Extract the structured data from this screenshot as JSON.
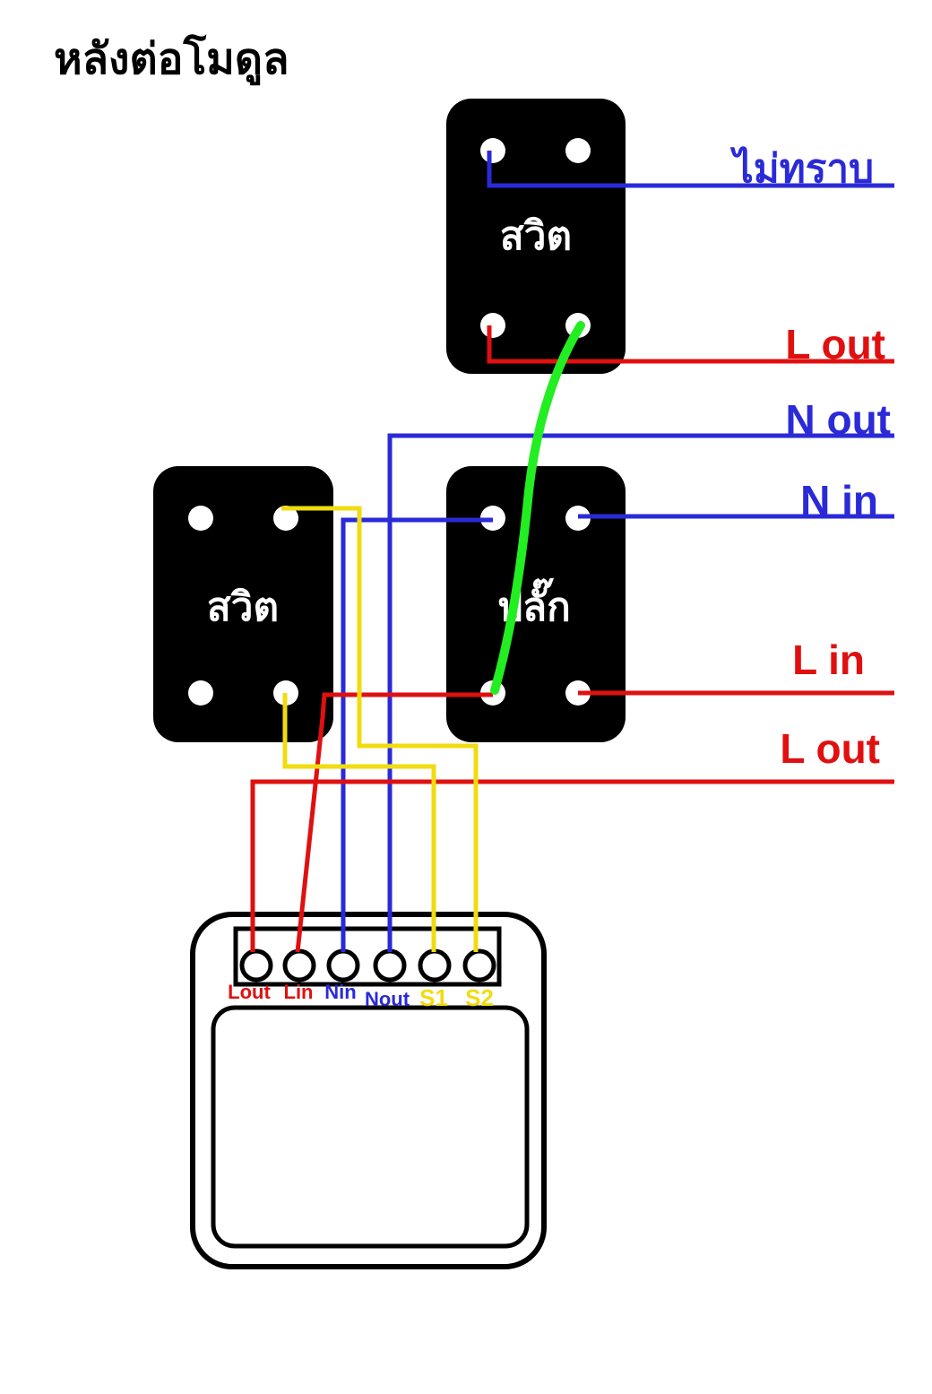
{
  "title": "หลังต่อโมดูล",
  "colors": {
    "red": "#e01010",
    "blue": "#2a2ad8",
    "yellow": "#f0dc10",
    "green": "#22ee22",
    "box": "#000000",
    "terminal": "#ffffff"
  },
  "boxes": {
    "switch_top": "สวิต",
    "switch_left": "สวิต",
    "plug": "ปลั๊ก"
  },
  "wire_labels": {
    "unknown": "ไม่ทราบ",
    "l_out_top": "L out",
    "n_out": "N out",
    "n_in": "N in",
    "l_in": "L in",
    "l_out_bottom": "L out"
  },
  "module_terminals": [
    {
      "label": "Lout",
      "color": "#e01010"
    },
    {
      "label": "Lin",
      "color": "#e01010"
    },
    {
      "label": "Nin",
      "color": "#2a2ad8"
    },
    {
      "label": "Nout",
      "color": "#2a2ad8"
    },
    {
      "label": "S1",
      "color": "#f0dc10"
    },
    {
      "label": "S2",
      "color": "#f0dc10"
    }
  ]
}
